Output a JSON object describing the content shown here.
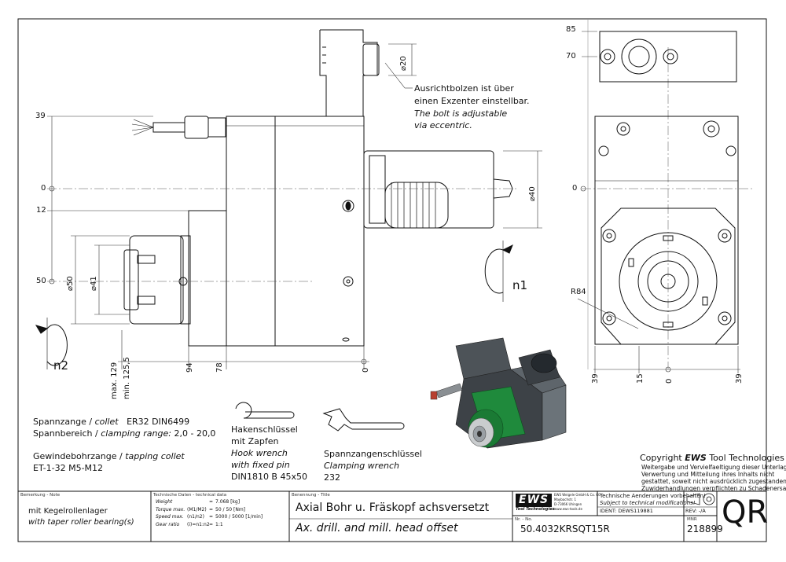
{
  "drawing": {
    "dims_left": [
      "39",
      "0",
      "12",
      "50"
    ],
    "dims_right": [
      "85",
      "70",
      "0"
    ],
    "dia_labels": [
      "⌀20",
      "⌀40",
      "⌀50",
      "⌀41"
    ],
    "bottom_dims": [
      "max. 129",
      "min. 125,5",
      "94",
      "78",
      "0"
    ],
    "right_bottom_dims": [
      "39",
      "15",
      "0",
      "39"
    ],
    "radius": "R84",
    "rot_n1": "n1",
    "rot_n2": "n2",
    "bolt_note_de_1": "Ausrichtbolzen ist über",
    "bolt_note_de_2": "einen Exzenter einstellbar.",
    "bolt_note_en_1": "The bolt is adjustable",
    "bolt_note_en_2": "via eccentric."
  },
  "notes": {
    "collet_line": {
      "de": "Spannzange / ",
      "en": "collet",
      "val": "ER32   DIN6499"
    },
    "range_line": {
      "de": "Spannbereich / ",
      "en": "clamping range:",
      "val": "2,0 - 20,0"
    },
    "tap_line": {
      "de": "Gewindebohrzange / ",
      "en": "tapping collet"
    },
    "tap_val": "ET-1-32   M5-M12",
    "hook_1": "Hakenschlüssel",
    "hook_2": "mit Zapfen",
    "hook_3": "Hook wrench",
    "hook_4": "with fixed pin",
    "hook_5": "DIN1810 B 45x50",
    "clamp_1": "Spannzangenschlüssel",
    "clamp_2": "Clamping wrench",
    "clamp_3": "232"
  },
  "copyright": {
    "title_pre": "Copyright ",
    "title_brand": "EWS",
    "title_post": " Tool Technologies",
    "l1": "Weitergabe und Vervielfaeltigung dieser Unterlage,",
    "l2": "Verwertung und Mitteilung ihres Inhalts nicht",
    "l3": "gestattet, soweit nicht ausdrücklich zugestanden.",
    "l4": "Zuwiderhandlungen verpflichten zu Schadenersatz."
  },
  "titleblock": {
    "remark_hdr": "Bemerkung - Note",
    "remark_1": "mit Kegelrollenlager",
    "remark_2": "with taper roller bearing(s)",
    "tech_hdr": "Technische Daten - technical data",
    "tech_rows": [
      {
        "k": "Weight",
        "u": "",
        "v": "7.068 [kg]"
      },
      {
        "k": "Torque max.",
        "u": "(M1/M2)",
        "v": "50 / 50 [Nm]"
      },
      {
        "k": "Speed max.",
        "u": "(n1/n2)",
        "v": "5000 / 5000 [1/min]"
      },
      {
        "k": "Gear ratio",
        "u": "(i)=n1:n2",
        "v": "1:1"
      }
    ],
    "title_hdr": "Benennung - Title",
    "title_de": "Axial Bohr u. Fräskopf achsversetzt",
    "title_en": "Ax. drill. and mill. head offset",
    "logo": "EWS",
    "logo_sub": "Tool Technologies",
    "company_1": "EWS Weigele GmbH & Co. KG",
    "company_2": "Maybachstr. 1",
    "company_3": "D-73066 Uhingen",
    "company_4": "www.ews-tools.de",
    "change_de": "Technische Aenderungen vorbehalten!",
    "change_en": "Subject to technical modifications!",
    "ident": "IDENT: DEWS119881",
    "rev": "REV: -/A",
    "nr_hdr": "Nr. - No.",
    "nr": "50.4032KRSQT15R",
    "mat_hdr": "MNR",
    "mat": "218899",
    "qr": "QR"
  },
  "colors": {
    "line": "#111111",
    "green": "#1a8a3a",
    "steel": "#5b6166",
    "thin": "#555555"
  }
}
